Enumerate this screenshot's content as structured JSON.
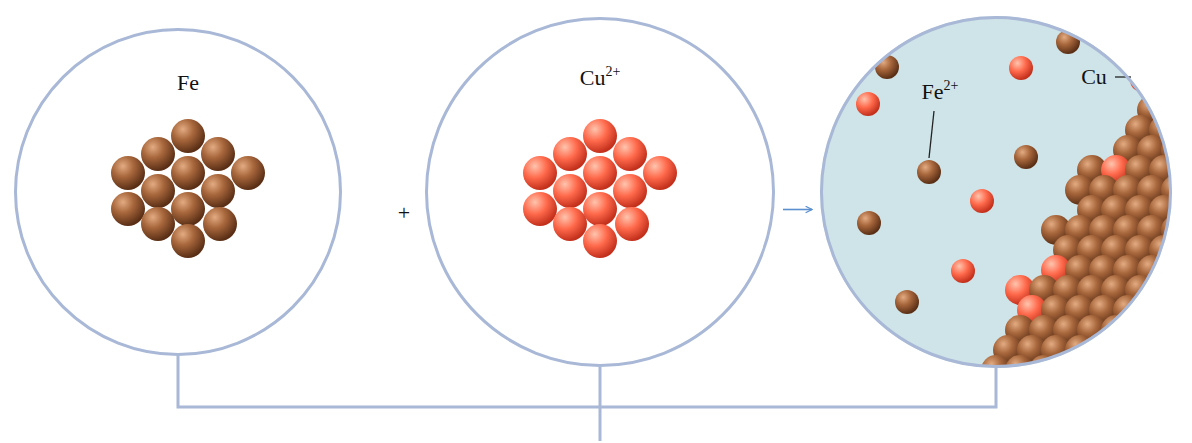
{
  "diagram": {
    "nodes": [
      {
        "text": [
          "Fe"
        ]
      },
      {
        "text": [
          "Cu2+"
        ]
      },
      {
        "text": [
          "Fe2+",
          "Cu"
        ]
      }
    ],
    "edges": [
      {
        "from": 1,
        "to": 2,
        "arrow": "to"
      }
    ],
    "labels": [
      "+"
    ]
  }
}
